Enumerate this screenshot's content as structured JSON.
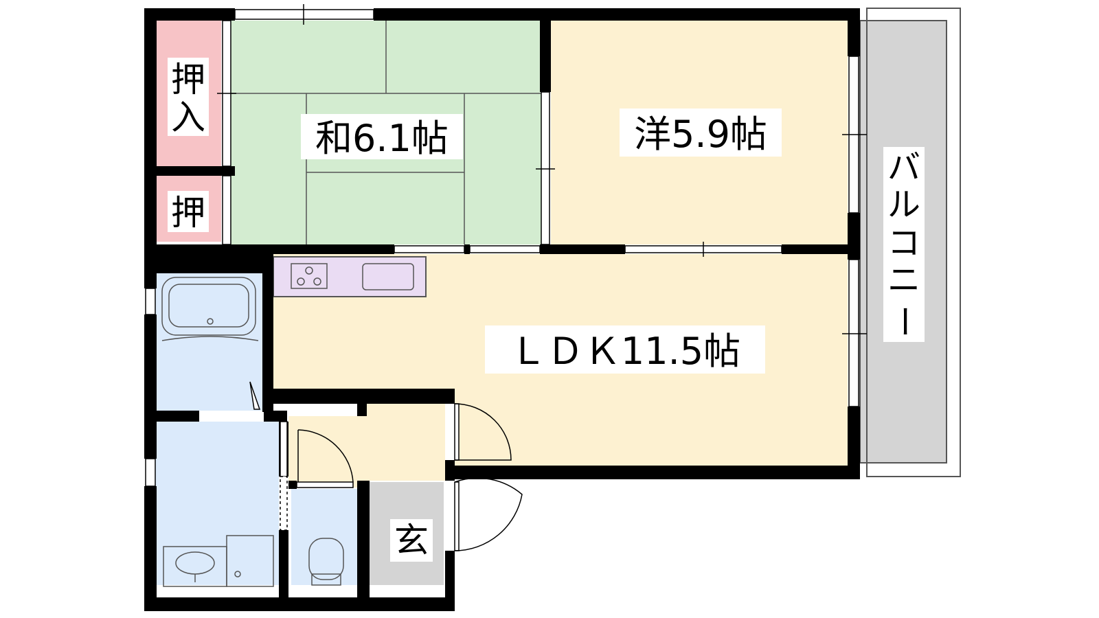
{
  "rooms": {
    "washitsu": "和6.1帖",
    "youshitsu": "洋5.9帖",
    "ldk": "ＬＤＫ11.5帖",
    "oshiire_large": [
      "押",
      "入"
    ],
    "oshiire_small": "押",
    "genkan": "玄",
    "balcony": [
      "バ",
      "ル",
      "コ",
      "ニ",
      "ー"
    ]
  },
  "colors": {
    "tatami": "#d3ecd0",
    "western": "#fdf1d1",
    "ldk": "#fdf1d1",
    "closet": "#f7c3c6",
    "wet": "#dbeafb",
    "kitchen": "#eadcf3",
    "genkan": "#d4d4d4",
    "balcony": "#d4d4d4",
    "wall": "#000000"
  }
}
